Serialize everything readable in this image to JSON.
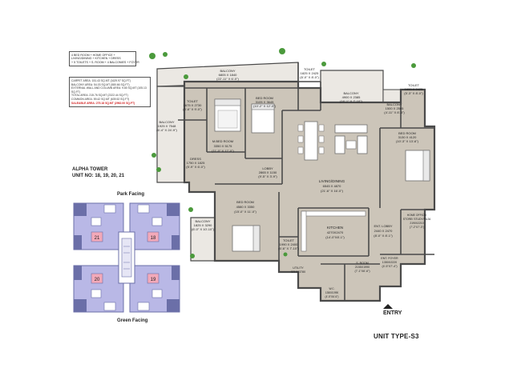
{
  "unit_summary": [
    "4 BED ROOM + HOME OFFICE +",
    "LIVING/DINING + KITCHEN + DRESS",
    "+ 5 TOILETS + S. ROOM + 4 BALCONIES + FOYER"
  ],
  "areas": {
    "carpet": "CARPET AREA: 151.43 SQ.MT (1629.97 SQ.FT)",
    "balcony": "BALCONY AREA: 54.03 SQ.MT (580.66 SQ.FT)",
    "wall": "EXTERNAL WALL AND COLUMN AREA: 9.80 SQ.MT (105.13 SQ.FT)",
    "total": "TOTAL AREA: 215.76 SQ.MT (2322.44 SQ.FT)",
    "common": "COMMON AREA: 59.42 SQ.MT (639.52 SQ.FT)",
    "saleable": "SALEABLE AREA: 275.18 SQ.MT (2962.00 SQ.FT)"
  },
  "tower": {
    "name": "ALPHA TOWER",
    "units": "UNIT NO: 18, 19, 20, 21"
  },
  "keyplan": {
    "top_label": "Park Facing",
    "bottom_label": "Green Facing",
    "units": [
      "21",
      "18",
      "20",
      "19"
    ]
  },
  "unit_type": "UNIT TYPE-S3",
  "entry_label": "ENTRY",
  "rooms": {
    "balcony_top": {
      "name": "BALCONY",
      "dim": "6805 X 1840",
      "dim_ft": "(22'-11\" X 6'-0\")"
    },
    "toilet_top": {
      "name": "TOILET",
      "dim": "1825 X 2425",
      "dim_ft": "(6'-0\" X 8'-0\")"
    },
    "balcony_right": {
      "name": "BALCONY",
      "dim": "4900 X 2385",
      "dim_ft": "(16'-1\" X 7'-10\")"
    },
    "toilet_right": {
      "name": "TOILET",
      "dim": "1600 X 2425",
      "dim_ft": "(5'-3\" X 8'-0\")"
    },
    "toilet_left": {
      "name": "TOILET",
      "dim": "1675 X 2730",
      "dim_ft": "(5'-6\" X 9'-0\")"
    },
    "bed_top": {
      "name": "BED ROOM",
      "dim": "3105 X 3645",
      "dim_ft": "(10'-2\" X 12'-0\")"
    },
    "balcony_small": {
      "name": "BALCONY",
      "dim": "1500 X 2505",
      "dim_ft": "(4'-11\" X 8'-3\")"
    },
    "balcony_left": {
      "name": "BALCONY",
      "dim": "1925 X 7548",
      "dim_ft": "(6'-4\" X 24'-9\")"
    },
    "master_bed": {
      "name": "M.BED ROOM",
      "dim": "3350 X 5175",
      "dim_ft": "(11'-0\" X 17'-0\")"
    },
    "bed_right": {
      "name": "BED ROOM",
      "dim": "3130 X 4120",
      "dim_ft": "(10'-3\" X 13'-6\")"
    },
    "dress": {
      "name": "DRESS",
      "dim": "1750 X 1825",
      "dim_ft": "(5'-9\" X 6'-0\")"
    },
    "lobby": {
      "name": "LOBBY",
      "dim": "2865 X 1150",
      "dim_ft": "(9'-5\" X 3'-9\")"
    },
    "living": {
      "name": "LIVING/DINING",
      "dim": "6545 X 4870",
      "dim_ft": "(21'-6\" X 16'-0\")"
    },
    "bed_bottom": {
      "name": "BED ROOM",
      "dim": "4580 X 3350",
      "dim_ft": "(15'-0\" X 11'-0\")"
    },
    "kitchen": {
      "name": "KITCHEN",
      "dim": "4270X2470",
      "dim_ft": "(14'-0\"X8'-1\")"
    },
    "ent_lobby": {
      "name": "ENT. LOBBY",
      "dim": "2440 X 2470",
      "dim_ft": "(8'-0\" X 8'-1\")"
    },
    "home_office": {
      "name": "HOME OFFICE/",
      "name2": "STORE/ STUDY/PUJA",
      "dim": "2190X2210",
      "dim_ft": "(7'-2\"X7'-3\")"
    },
    "balcony_bottom": {
      "name": "BALCONY",
      "dim": "1825 X 3290",
      "dim_ft": "(6'-0\" X 10'-10\")"
    },
    "toilet_bottom": {
      "name": "TOILET",
      "dim": "1990 X 2400",
      "dim_ft": "(6'-6\" X 7'-10\")"
    },
    "ent_foyer": {
      "name": "ENT. FOYER",
      "dim": "1350X2220",
      "dim_ft": "(4'-5\"X7'-4\")"
    },
    "utility": {
      "name": "UTILITY",
      "dim": "3210X3780",
      "dim_ft": ""
    },
    "s_room": {
      "name": "S. ROOM",
      "dim": "2155X1990",
      "dim_ft": "(7'-1\"X6'-6\")"
    },
    "wc": {
      "name": "W.C.",
      "dim": "1350X1990",
      "dim_ft": "(4'-5\"X6'-6\")"
    }
  },
  "colors": {
    "floor": "#ccc5b9",
    "wall": "#4a4a4a",
    "balcony": "#ebe8e3",
    "keyplan": "#b9b8e6",
    "keyplan_dark": "#6b6fa8",
    "keyplan_highlight": "#f3a9b9",
    "plant": "#4b9a3c",
    "saleable": "#d21f1f"
  }
}
